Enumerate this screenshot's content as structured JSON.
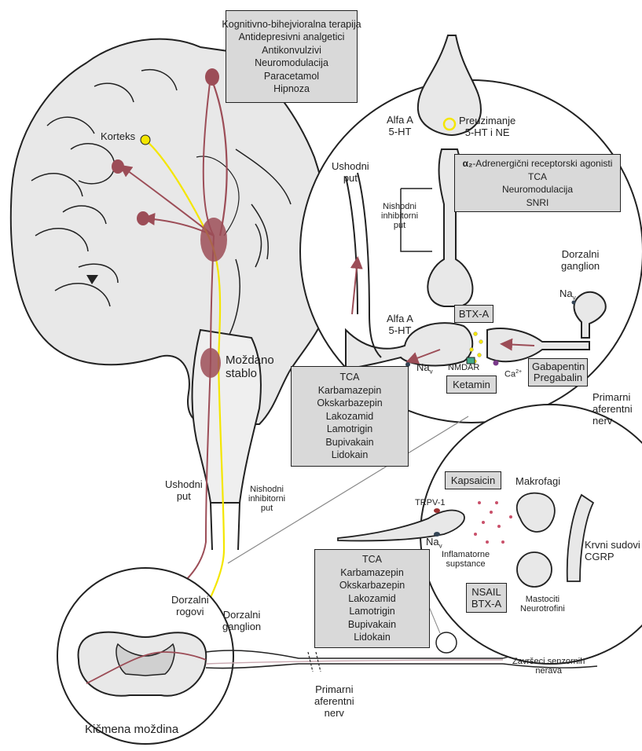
{
  "palette": {
    "pathway_red": "#9c4d57",
    "pathway_yellow": "#f4e600",
    "box_fill": "#d9d9d9",
    "tissue_fill": "#e8e8e8"
  },
  "boxes": {
    "brain_treatments": [
      "Kognitivno-bihejvioralna terapija",
      "Antidepresivni analgetici",
      "Antikonvulzivi",
      "Neuromodulacija",
      "Paracetamol",
      "Hipnoza"
    ],
    "synapse_treatments": {
      "alpha2_symbol": "α₂",
      "alpha2_text": "-Adrenergični receptorski agonisti",
      "items": [
        "TCA",
        "Neuromodulacija",
        "SNRI"
      ]
    },
    "mid_treatments": [
      "TCA",
      "Karbamazepin",
      "Okskarbazepin",
      "Lakozamid",
      "Lamotrigin",
      "Bupivakain",
      "Lidokain"
    ],
    "bottom_treatments": [
      "TCA",
      "Karbamazepin",
      "Okskarbazepin",
      "Lakozamid",
      "Lamotrigin",
      "Bupivakain",
      "Lidokain"
    ],
    "btx_a": "BTX-A",
    "ketamin": "Ketamin",
    "gabapentin": [
      "Gabapentin",
      "Pregabalin"
    ],
    "kapsaicin": "Kapsaicin",
    "nsail": [
      "NSAIL",
      "BTX-A"
    ]
  },
  "labels": {
    "korteks": "Korteks",
    "mozdano_stablo": [
      "Moždano",
      "stablo"
    ],
    "preuzimanje": [
      "Preuzimanje",
      "5-HT i NE"
    ],
    "alfa_top": [
      "Alfa A",
      "5-HT"
    ],
    "alfa_bottom": [
      "Alfa A",
      "5-HT"
    ],
    "ushodni_put_circle": [
      "Ushodni",
      "put"
    ],
    "nishodni_circle": [
      "Nishodni",
      "inhibitorni",
      "put"
    ],
    "dorzalni_ganglion_circle": [
      "Dorzalni",
      "ganglion"
    ],
    "na_v": "Na",
    "na_sub": "v",
    "nmdar": "NMDAR",
    "ca": "Ca",
    "ca_sup": "2+",
    "primarni_circle": [
      "Primarni",
      "aferentni",
      "nerv"
    ],
    "ushodni_put_spine": [
      "Ushodni",
      "put"
    ],
    "nishodni_spine": [
      "Nishodni",
      "inhibitorni",
      "put"
    ],
    "dorzalni_rogovi": [
      "Dorzalni",
      "rogovi"
    ],
    "dorzalni_ganglion_spine": [
      "Dorzalni",
      "ganglion"
    ],
    "kicmena_mozdina": "Kičmena moždina",
    "primarni_spine": [
      "Primarni",
      "aferentni",
      "nerv"
    ],
    "zavrseci": [
      "Završeci senzornih",
      "nerava"
    ],
    "trpv1": "TRPV-1",
    "makrofagi": "Makrofagi",
    "krvni_sudovi": [
      "Krvni sudovi",
      "CGRP"
    ],
    "inflamatorne": [
      "Inflamatorne",
      "supstance"
    ],
    "mastociti": [
      "Mastociti",
      "Neurotrofini"
    ]
  }
}
